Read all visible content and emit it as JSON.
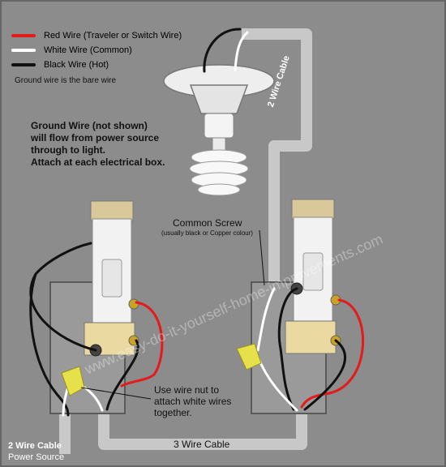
{
  "legend": {
    "red": {
      "label": "Red Wire (Traveler or Switch Wire)",
      "color": "#e31b1b"
    },
    "white": {
      "label": "White Wire (Common)",
      "color": "#ffffff"
    },
    "black": {
      "label": "Black Wire (Hot)",
      "color": "#111111"
    },
    "ground_note": "Ground wire is the bare wire"
  },
  "notes": {
    "ground_line1": "Ground Wire (not shown)",
    "ground_line2": "will flow from power source",
    "ground_line3": "through to light.",
    "ground_line4": "Attach at each electrical box.",
    "common_screw": "Common Screw",
    "common_screw_sub": "(usually black or Copper colour)",
    "wirenut_line1": "Use wire nut to",
    "wirenut_line2": "attach white wires",
    "wirenut_line3": "together."
  },
  "cables": {
    "top_right": "2 Wire Cable",
    "bottom_middle": "3 Wire Cable",
    "bottom_left": "2 Wire Cable",
    "power_source": "Power Source"
  },
  "watermark": "www.easy-do-it-yourself-home-improvements.com",
  "colors": {
    "background": "#8c8c8c",
    "cable": "#c8c8c8",
    "box": "#9a9a9a",
    "wire_nut": "#e6e04a"
  }
}
